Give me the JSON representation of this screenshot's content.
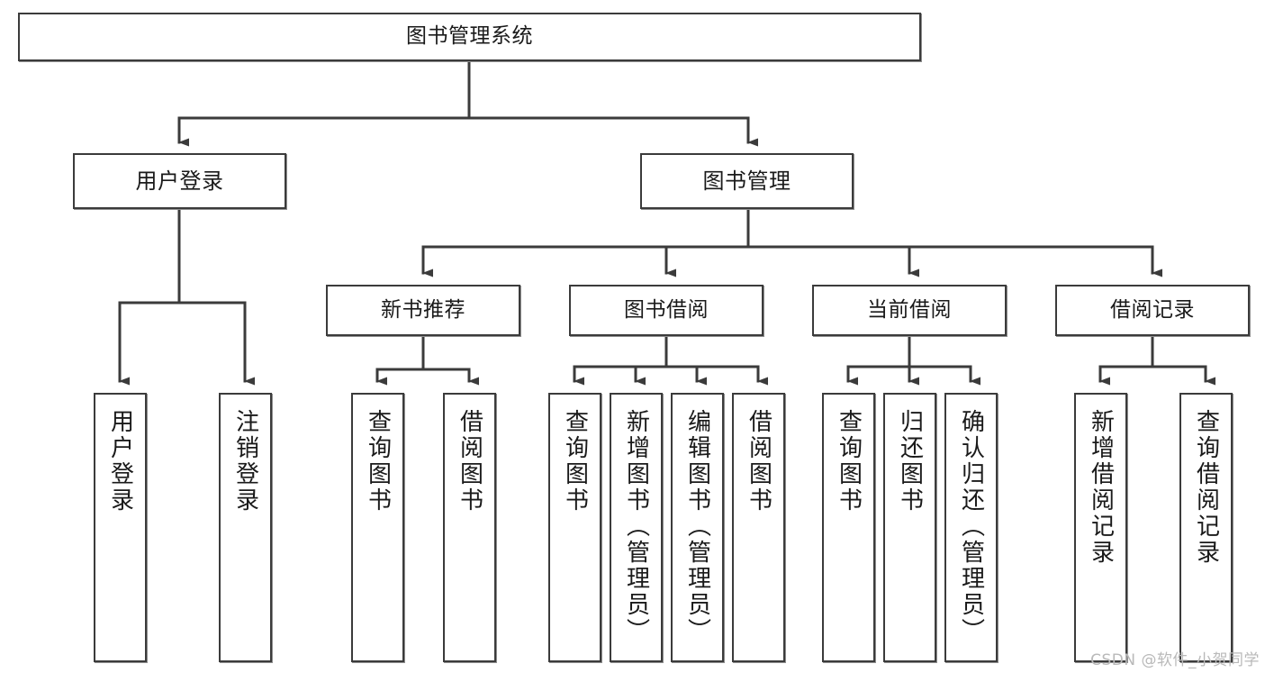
{
  "diagram": {
    "type": "tree",
    "title": "图书管理系统",
    "root": {
      "label": "图书管理系统"
    },
    "level1": [
      {
        "label": "用户登录"
      },
      {
        "label": "图书管理"
      }
    ],
    "level2": [
      {
        "label": "新书推荐"
      },
      {
        "label": "图书借阅"
      },
      {
        "label": "当前借阅"
      },
      {
        "label": "借阅记录"
      }
    ],
    "leaves": {
      "user_login": [
        {
          "label": "用户登录"
        },
        {
          "label": "注销登录"
        }
      ],
      "new_book_recommend": [
        {
          "label": "查询图书"
        },
        {
          "label": "借阅图书"
        }
      ],
      "book_borrow": [
        {
          "label": "查询图书"
        },
        {
          "label": "新增图书（管理员）"
        },
        {
          "label": "编辑图书（管理员）"
        },
        {
          "label": "借阅图书"
        }
      ],
      "current_borrow": [
        {
          "label": "查询图书"
        },
        {
          "label": "归还图书"
        },
        {
          "label": "确认归还（管理员）"
        }
      ],
      "borrow_record": [
        {
          "label": "新增借阅记录"
        },
        {
          "label": "查询借阅记录"
        }
      ]
    }
  },
  "watermark": {
    "text": "CSDN @软件_小贺同学"
  },
  "colors": {
    "stroke": "#3b3b3b",
    "fill": "#ffffff",
    "text": "#1a1a1a",
    "watermark": "#b9b9b9"
  }
}
